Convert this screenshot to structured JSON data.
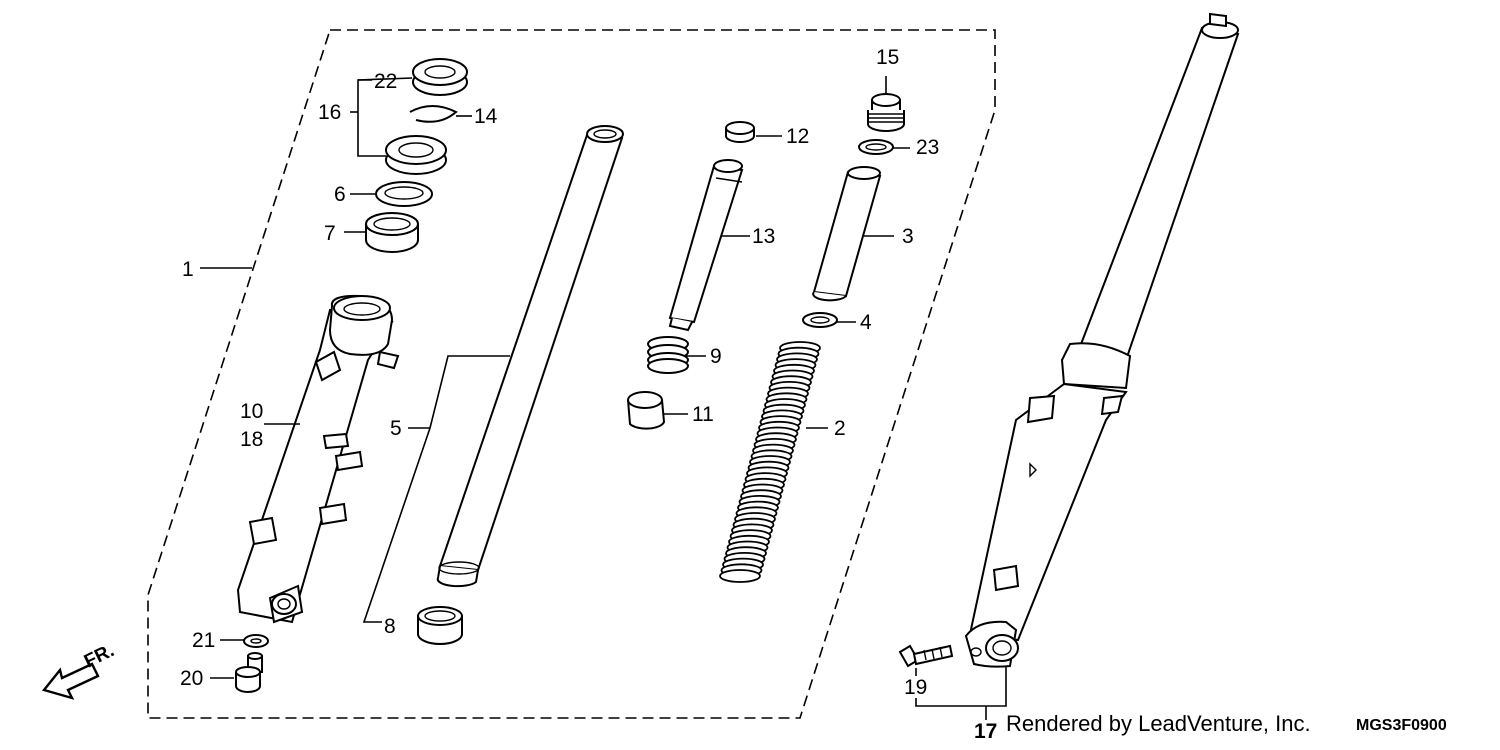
{
  "diagram": {
    "callouts": {
      "c1": "1",
      "c2": "2",
      "c3": "3",
      "c4": "4",
      "c5": "5",
      "c6": "6",
      "c7": "7",
      "c8": "8",
      "c9": "9",
      "c10": "10",
      "c11": "11",
      "c12": "12",
      "c13": "13",
      "c14": "14",
      "c15": "15",
      "c16": "16",
      "c17": "17",
      "c18": "18",
      "c19": "19",
      "c20": "20",
      "c21": "21",
      "c22": "22",
      "c23": "23"
    },
    "direction_label": "FR.",
    "credit": "Rendered by LeadVenture, Inc.",
    "diagram_code": "MGS3F0900"
  }
}
